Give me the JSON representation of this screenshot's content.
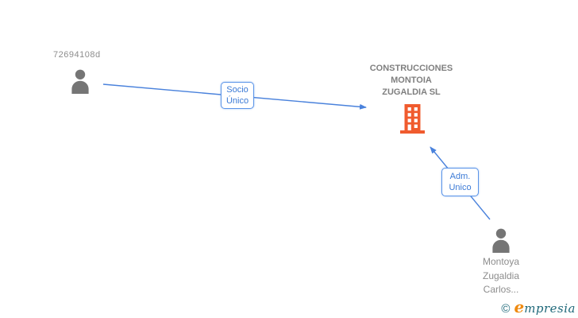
{
  "diagram": {
    "shareholder": {
      "id": "72694108d",
      "icon": "person-icon"
    },
    "company": {
      "name": [
        "CONSTRUCCIONES",
        "MONTOIA",
        "ZUGALDIA SL"
      ],
      "icon": "building-icon"
    },
    "administrator": {
      "name": [
        "Montoya",
        "Zugaldia",
        "Carlos..."
      ],
      "icon": "person-icon"
    },
    "edges": [
      {
        "from": "shareholder",
        "to": "company",
        "label": [
          "Socio",
          "Único"
        ]
      },
      {
        "from": "administrator",
        "to": "company",
        "label": [
          "Adm.",
          "Unico"
        ]
      }
    ]
  },
  "watermark": {
    "copyright": "©",
    "brand_initial": "e",
    "brand_rest": "mpresia"
  },
  "colors": {
    "background": "#ffffff",
    "edge_blue": "#4a82dc",
    "edge_label_border": "#5b94e8",
    "edge_label_text": "#3b7ad6",
    "person_gray": "#757575",
    "building_orange": "#f05b2e",
    "node_label_gray": "#8d8d8d",
    "company_name_gray": "#7f7f7f",
    "logo_teal": "#20697a",
    "logo_orange": "#ef8a10"
  }
}
